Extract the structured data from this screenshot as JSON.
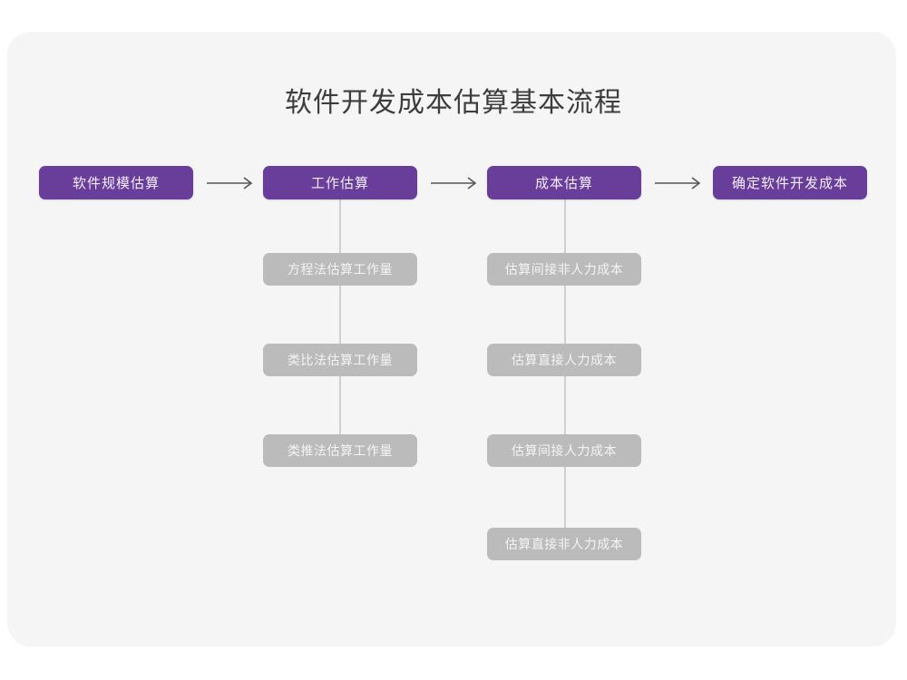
{
  "page": {
    "title": "软件开发成本估算基本流程",
    "background_color": "#ffffff",
    "card_color": "#f5f5f5",
    "accent_color": "#693d9a",
    "secondary_color": "#bbbbbb",
    "connector_color": "#cfcfcf"
  },
  "flow": {
    "stages": [
      {
        "label": "软件规模估算"
      },
      {
        "label": "工作估算"
      },
      {
        "label": "成本估算"
      },
      {
        "label": "确定软件开发成本"
      }
    ],
    "arrows": [
      {
        "glyph": "⟶"
      },
      {
        "glyph": "⟶"
      },
      {
        "glyph": "⟶"
      }
    ],
    "effort_substeps": [
      {
        "label": "方程法估算工作量"
      },
      {
        "label": "类比法估算工作量"
      },
      {
        "label": "类推法估算工作量"
      }
    ],
    "cost_substeps": [
      {
        "label": "估算间接非人力成本"
      },
      {
        "label": "估算直接人力成本"
      },
      {
        "label": "估算间接人力成本"
      },
      {
        "label": "估算直接非人力成本"
      }
    ]
  }
}
